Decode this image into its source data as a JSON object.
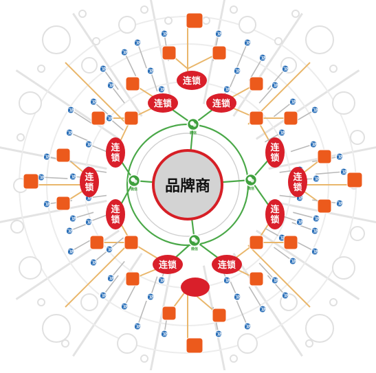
{
  "diagram": {
    "center_label": "品牌商",
    "chain_label": "连锁",
    "hub_badge_label": "微信",
    "store_dot_label": "门店",
    "colors": {
      "center_fill": "#d3d3d3",
      "center_ring": "#d61f26",
      "green_ring": "#4aa848",
      "chain_red": "#d91f2a",
      "node_orange": "#ec5a1c",
      "store_blue": "#2a6fb8",
      "trunk_orange": "#e9b66a",
      "background_lines": "#e3e3e3"
    }
  }
}
